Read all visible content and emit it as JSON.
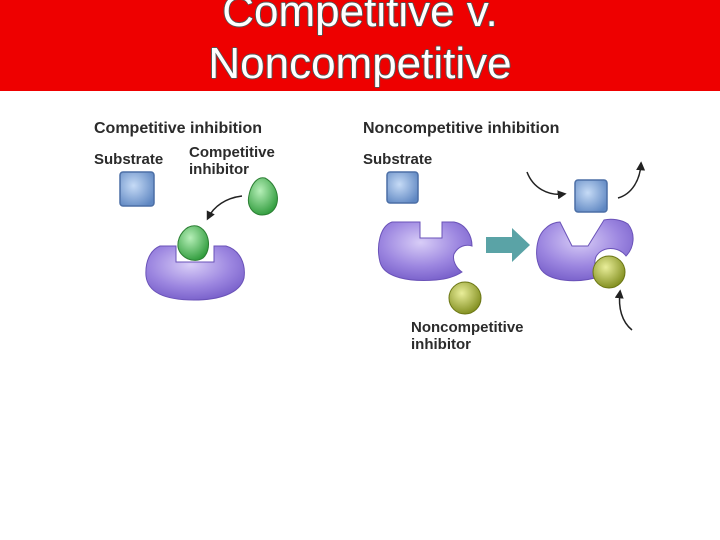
{
  "slide": {
    "title_line1": "Competitive v.",
    "title_line2": "Noncompetitive"
  },
  "competitive": {
    "heading": "Competitive inhibition",
    "substrate_label": "Substrate",
    "inhibitor_label_line1": "Competitive",
    "inhibitor_label_line2": "inhibitor"
  },
  "noncompetitive": {
    "heading": "Noncompetitive inhibition",
    "substrate_label": "Substrate",
    "inhibitor_label_line1": "Noncompetitive",
    "inhibitor_label_line2": "inhibitor"
  },
  "colors": {
    "title_bar": "#ee0000",
    "enzyme": "#8a6fd8",
    "substrate": "#6f96cc",
    "competitive_inhibitor": "#3fae4a",
    "noncompetitive_inhibitor": "#9aa42a",
    "arrow_fill": "#5aa3a6"
  }
}
